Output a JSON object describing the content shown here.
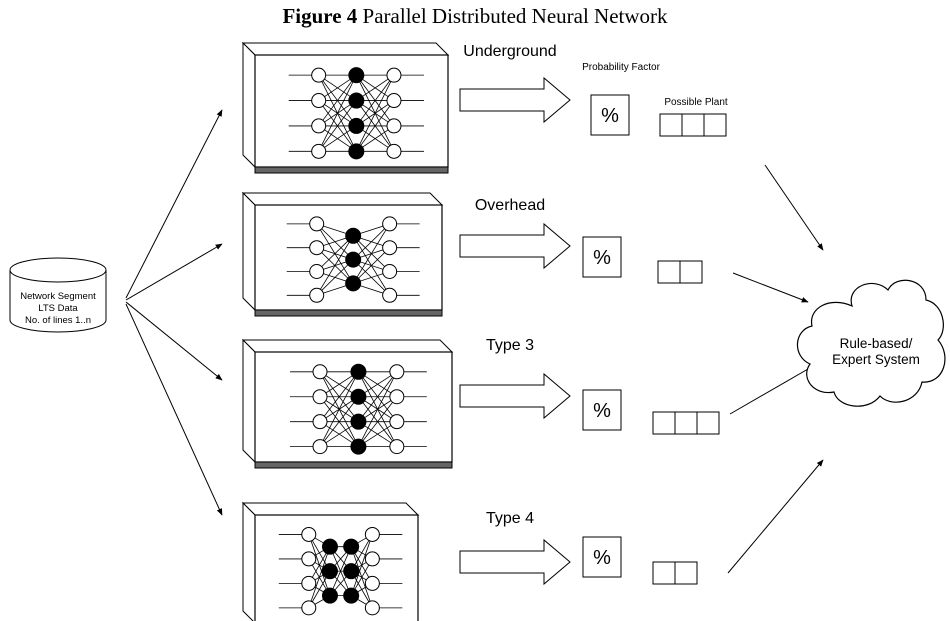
{
  "figure": {
    "number": "Figure 4",
    "title": "Parallel Distributed Neural Network"
  },
  "database": {
    "lines": [
      "Network Segment",
      "LTS Data",
      "No. of lines 1..n"
    ]
  },
  "labels": {
    "probability_factor": "Probability Factor",
    "possible_plant": "Possible Plant",
    "percent": "%"
  },
  "networks": [
    {
      "label": "Underground",
      "plant_cells": 3
    },
    {
      "label": "Overhead",
      "plant_cells": 2
    },
    {
      "label": "Type 3",
      "plant_cells": 3
    },
    {
      "label": "Type 4",
      "plant_cells": 2
    }
  ],
  "expert_system": {
    "lines": [
      "Rule-based/",
      "Expert System"
    ]
  }
}
